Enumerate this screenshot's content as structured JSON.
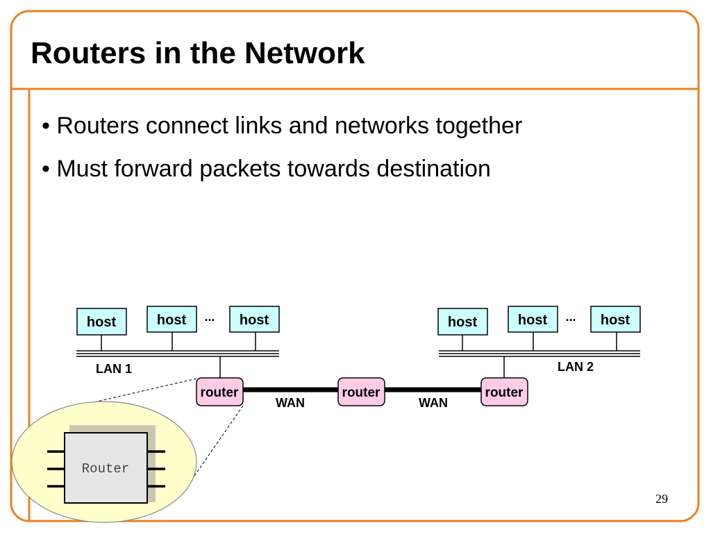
{
  "slide": {
    "title": "Routers in the Network",
    "bullets": [
      "• Routers connect links and networks together",
      "• Must forward packets towards destination"
    ],
    "page_number": "29"
  },
  "diagram": {
    "host_label": "host",
    "ellipsis": "...",
    "router_label": "router",
    "lan1_label": "LAN 1",
    "lan2_label": "LAN 2",
    "wan_label": "WAN",
    "chip_label": "Router"
  },
  "colors": {
    "frame": "#E8821E",
    "host_fill": "#CCFFFF",
    "router_fill": "#FFCCE5",
    "zoom_fill": "#FFFFCC",
    "chip_fill": "#E6E6E6"
  }
}
